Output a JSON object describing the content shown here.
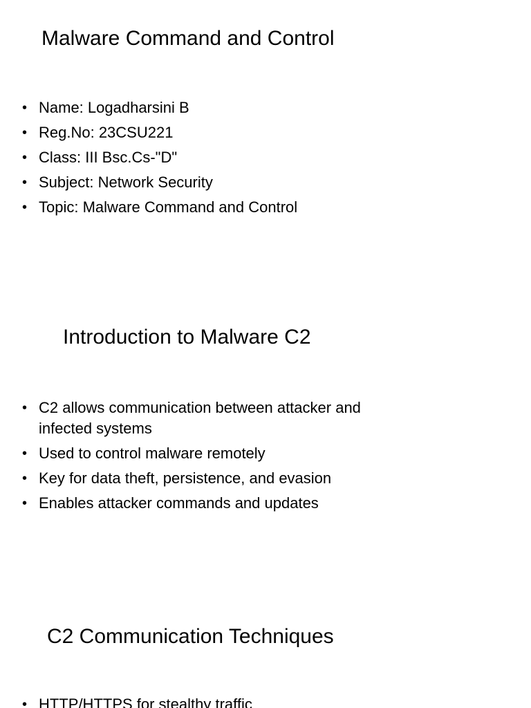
{
  "slides": [
    {
      "title": "Malware Command and Control",
      "bullets": [
        "Name: Logadharsini B",
        "Reg.No: 23CSU221",
        "Class: III Bsc.Cs-\"D\"",
        "Subject: Network Security",
        "Topic: Malware Command and Control"
      ]
    },
    {
      "title": "Introduction to Malware C2",
      "bullets": [
        "C2 allows communication between attacker and infected systems",
        "Used to control malware remotely",
        "Key for data theft, persistence, and evasion",
        "Enables attacker commands and updates"
      ]
    },
    {
      "title": "C2 Communication Techniques",
      "bullets": [
        "HTTP/HTTPS for stealthy traffic"
      ]
    }
  ]
}
